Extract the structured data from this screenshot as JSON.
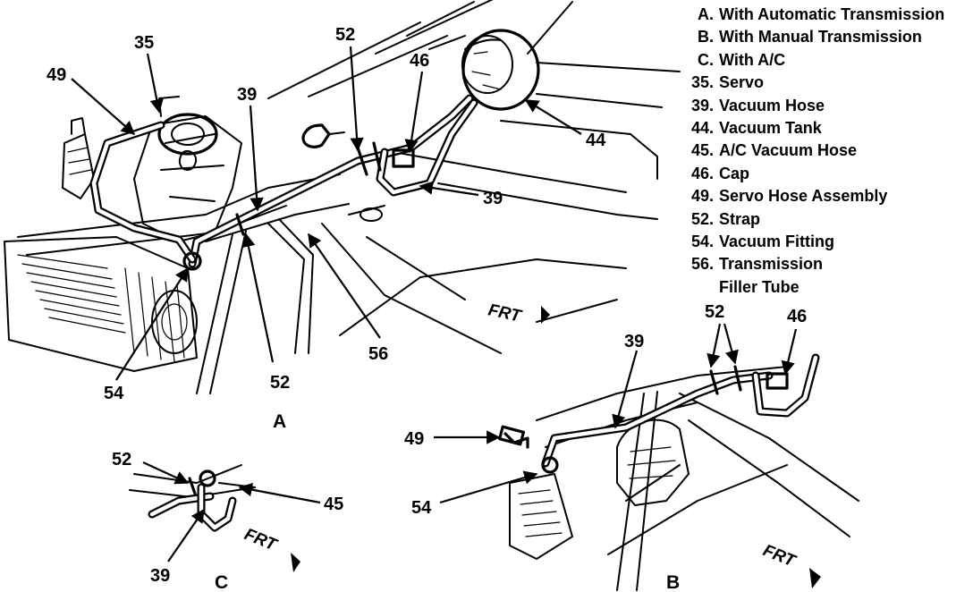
{
  "legend": [
    {
      "key": "A.",
      "text": "With Automatic Transmission"
    },
    {
      "key": "B.",
      "text": "With Manual Transmission"
    },
    {
      "key": "C.",
      "text": "With A/C"
    },
    {
      "key": "35.",
      "text": "Servo"
    },
    {
      "key": "39.",
      "text": "Vacuum Hose"
    },
    {
      "key": "44.",
      "text": "Vacuum Tank"
    },
    {
      "key": "45.",
      "text": "A/C Vacuum Hose"
    },
    {
      "key": "46.",
      "text": "Cap"
    },
    {
      "key": "49.",
      "text": "Servo Hose Assembly"
    },
    {
      "key": "52.",
      "text": "Strap"
    },
    {
      "key": "54.",
      "text": "Vacuum Fitting"
    },
    {
      "key": "56.",
      "text": "Transmission"
    },
    {
      "key": "",
      "text": "Filler Tube"
    }
  ],
  "views": {
    "a": {
      "label": "A",
      "callouts": {
        "c35": "35",
        "c49": "49",
        "c52_top": "52",
        "c46": "46",
        "c39_top": "39",
        "c44": "44",
        "c39_right": "39",
        "c54": "54",
        "c52_bottom": "52",
        "c56": "56"
      },
      "frt": "FRT"
    },
    "b": {
      "label": "B",
      "callouts": {
        "c52": "52",
        "c46": "46",
        "c39": "39",
        "c49": "49",
        "c54": "54"
      },
      "frt": "FRT"
    },
    "c": {
      "label": "C",
      "callouts": {
        "c52": "52",
        "c45": "45",
        "c39": "39"
      },
      "frt": "FRT"
    }
  }
}
